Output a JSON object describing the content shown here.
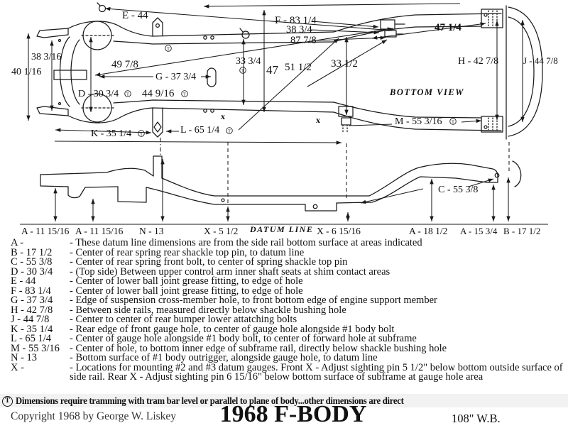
{
  "symbols": {
    "tram": "T",
    "x_mark": "x"
  },
  "top_view": {
    "caption": "BOTTOM VIEW",
    "dims": {
      "e": "E - 44",
      "f": "F - 83 1/4",
      "v38_34": "38 3/4",
      "v87_78": "87 7/8",
      "v47_14": "47 1/4",
      "v38_316": "38 3/16",
      "v40_116": "40 1/16",
      "v49_78": "49 7/8",
      "g": "G - 37 3/4",
      "v33_34": "33 3/4",
      "v47": "47",
      "v51_12": "51 1/2",
      "v33_12": "33 1/2",
      "h": "H - 42 7/8",
      "j": "J - 44 7/8",
      "d": "D - 30 3/4",
      "v44_916": "44 9/16",
      "m": "M - 55 3/16",
      "k": "K - 35 1/4",
      "l": "L - 65 1/4"
    }
  },
  "side_view": {
    "c": "C - 55 3/8",
    "datum_caption": "DATUM LINE",
    "datum_row": [
      "A - 11 15/16",
      "A - 11 15/16",
      "N - 13",
      "X - 5 1/2",
      "X - 6 15/16",
      "A - 18 1/2",
      "A - 15 3/4",
      "B - 17 1/2"
    ]
  },
  "legend": {
    "entries": [
      {
        "key": "A -",
        "desc": "- These datum line dimensions are from the side rail bottom surface at areas indicated"
      },
      {
        "key": "B - 17 1/2",
        "desc": "- Center of rear spring rear shackle top pin, to datum line"
      },
      {
        "key": "C - 55 3/8",
        "desc": "- Center of rear spring front bolt, to center of spring shackle top pin"
      },
      {
        "key": "D - 30 3/4",
        "desc": "- (Top side) Between upper control arm inner shaft seats at shim contact areas"
      },
      {
        "key": "E - 44",
        "desc": "- Center of lower ball joint grease fitting, to edge of hole"
      },
      {
        "key": "F - 83 1/4",
        "desc": "- Center of lower ball joint grease fitting, to edge of hole"
      },
      {
        "key": "G - 37 3/4",
        "desc": "- Edge of suspension cross-member hole, to front bottom edge of engine support member"
      },
      {
        "key": "H - 42 7/8",
        "desc": "- Between side rails, measured directly below shackle bushing hole"
      },
      {
        "key": "J - 44 7/8",
        "desc": "- Center to center of rear bumper lower attatching bolts"
      },
      {
        "key": "K - 35 1/4",
        "desc": "- Rear edge of front gauge hole, to center of gauge hole alongside #1 body bolt"
      },
      {
        "key": "L - 65 1/4",
        "desc": "- Center of gauge hole alongside #1 body bolt, to center of forward hole at subframe"
      },
      {
        "key": "M - 55 3/16",
        "desc": "- Center of hole, to bottom inner edge of subframe rail, directly below shackle bushing hole"
      },
      {
        "key": "N - 13",
        "desc": "- Bottom surface of #1 body outrigger, alongside gauge hole, to datum line"
      },
      {
        "key": "X -",
        "desc": "- Locations for mounting #2 and #3 datum gauges. Front X - Adjust sighting pin 5 1/2\" below bottom outside surface of side rail. Rear X - Adjust sighting pin 6 15/16\" below bottom surface of subframe at gauge hole area"
      }
    ]
  },
  "footer": {
    "tram_symbol": "T",
    "tram_note": "Dimensions require tramming with tram bar level or parallel to plane of body...other dimensions are direct",
    "copyright": "Copyright 1968 by George W. Liskey",
    "title": "1968 F-BODY",
    "wheelbase": "108\" W.B."
  }
}
